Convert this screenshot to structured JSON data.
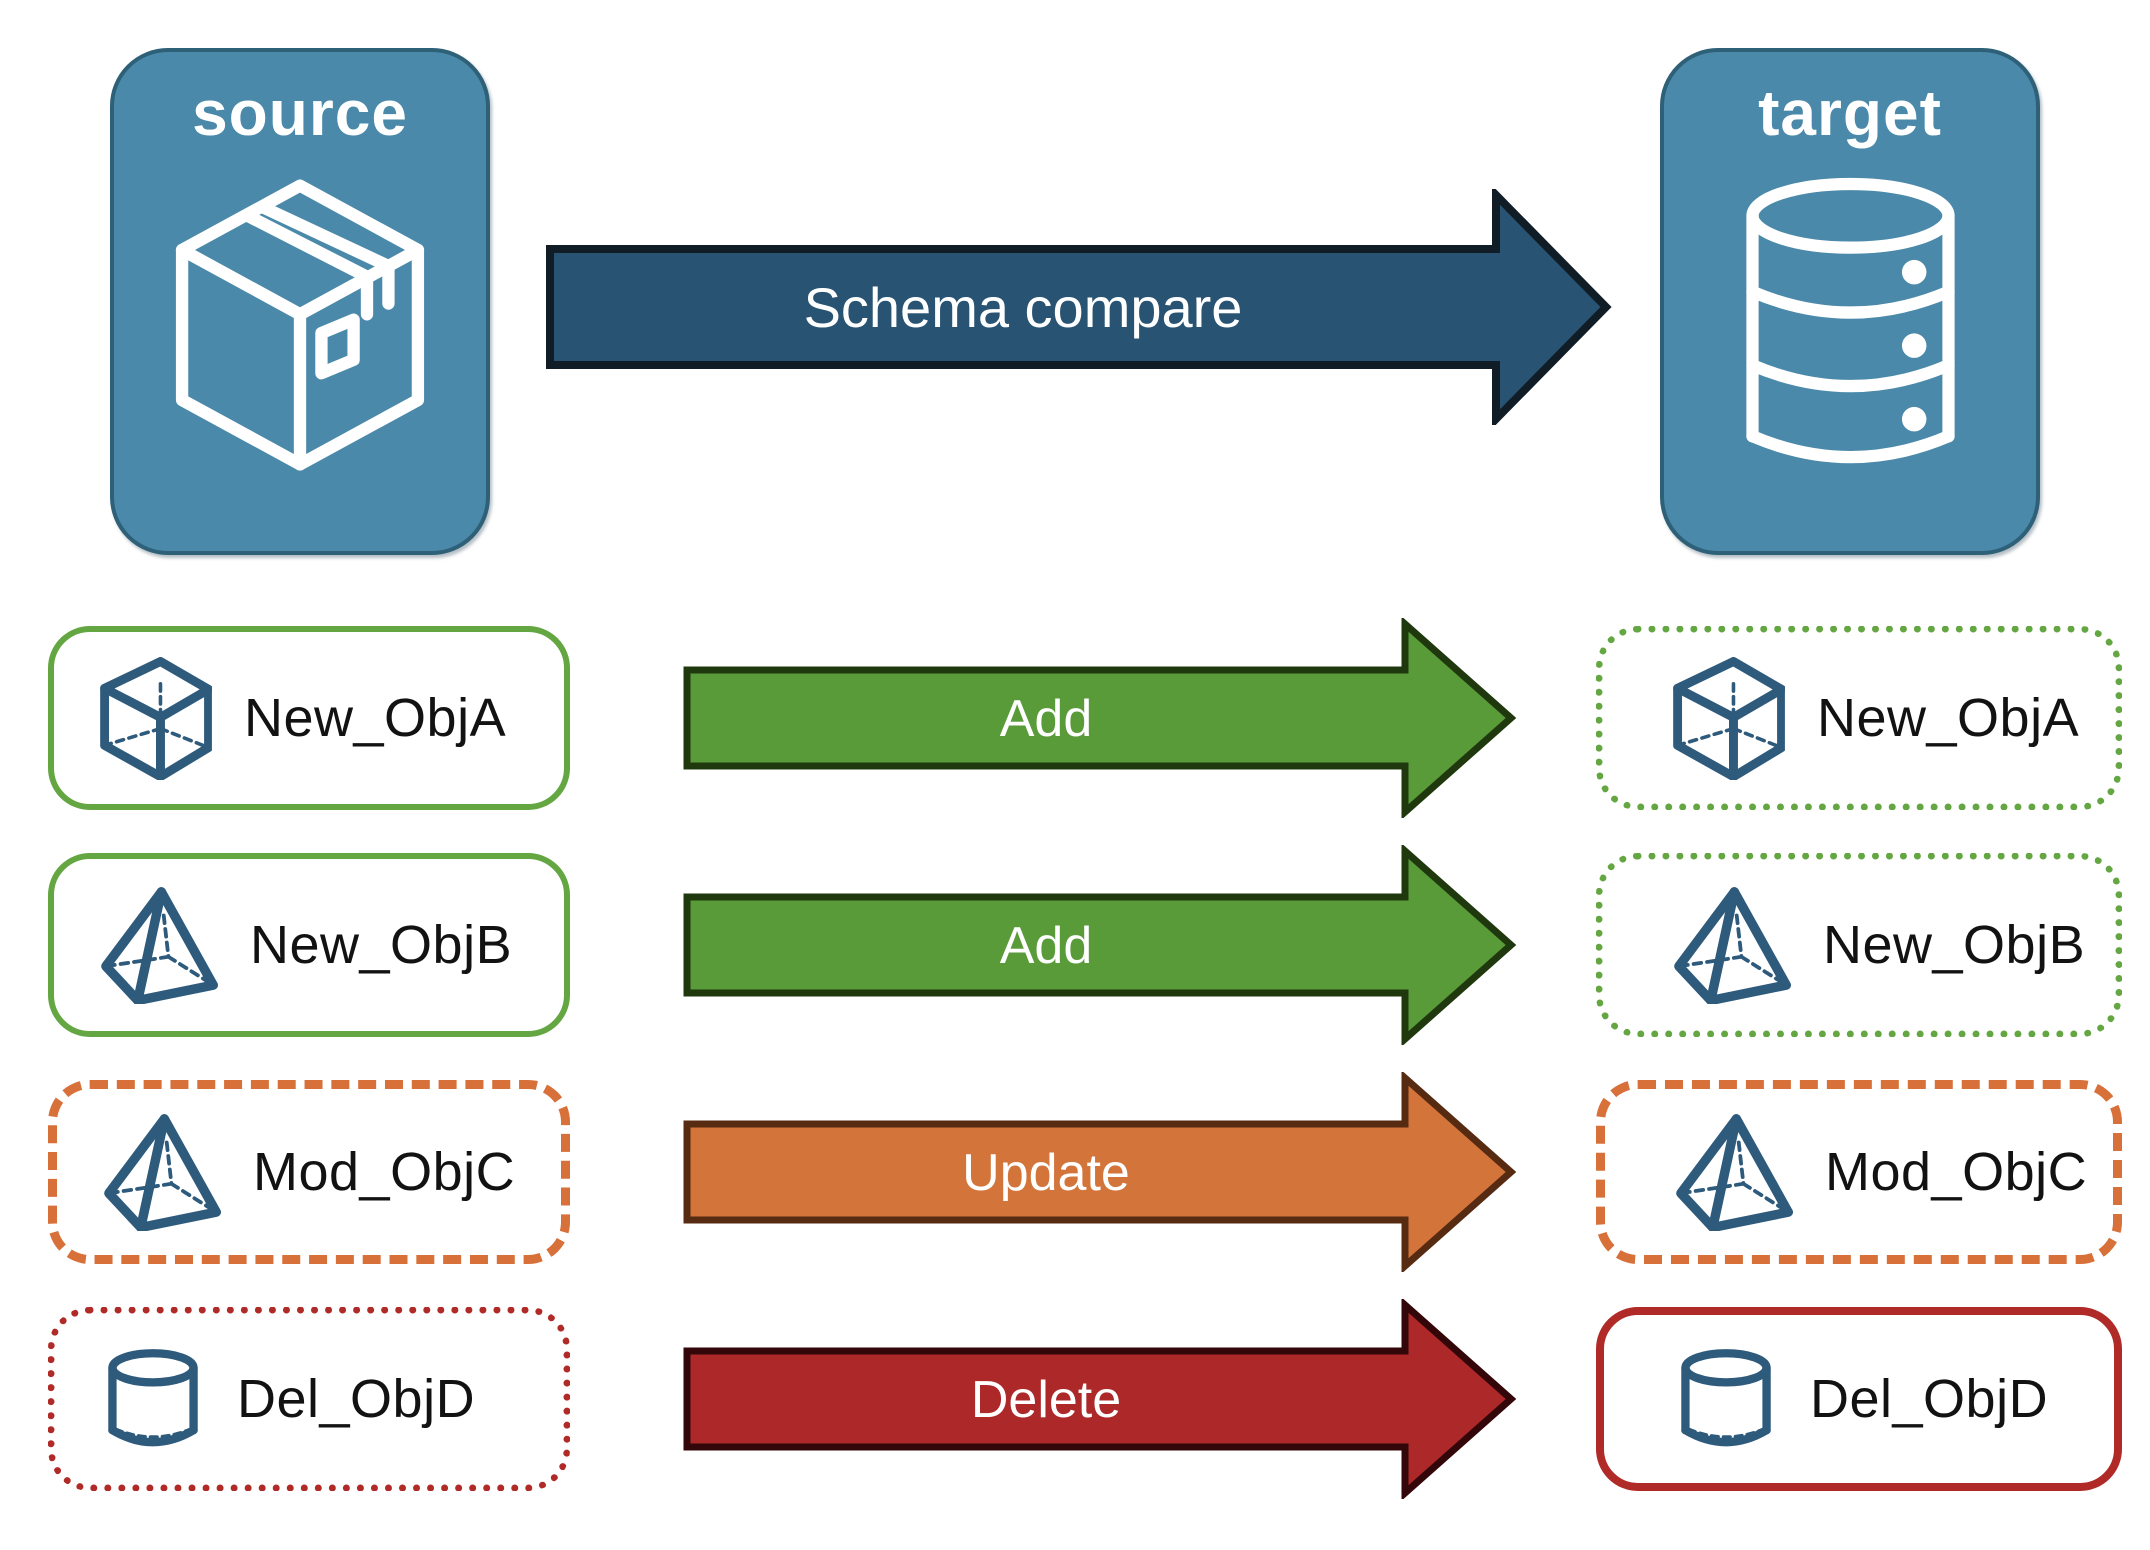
{
  "nodes": {
    "source": {
      "label": "source",
      "icon": "package-icon"
    },
    "target": {
      "label": "target",
      "icon": "database-icon"
    }
  },
  "schema_arrow": {
    "label": "Schema compare"
  },
  "rows": [
    {
      "left": {
        "label": "New_ObjA",
        "icon": "cube-icon",
        "border": "green-solid"
      },
      "arrow": {
        "label": "Add",
        "color": "green"
      },
      "right": {
        "label": "New_ObjA",
        "icon": "cube-icon",
        "border": "green-dotted"
      }
    },
    {
      "left": {
        "label": "New_ObjB",
        "icon": "pyramid-icon",
        "border": "green-solid"
      },
      "arrow": {
        "label": "Add",
        "color": "green"
      },
      "right": {
        "label": "New_ObjB",
        "icon": "pyramid-icon",
        "border": "green-dotted"
      }
    },
    {
      "left": {
        "label": "Mod_ObjC",
        "icon": "pyramid-icon",
        "border": "orange-dashed"
      },
      "arrow": {
        "label": "Update",
        "color": "orange"
      },
      "right": {
        "label": "Mod_ObjC",
        "icon": "pyramid-icon",
        "border": "orange-dashed"
      }
    },
    {
      "left": {
        "label": "Del_ObjD",
        "icon": "cylinder-icon",
        "border": "red-dotted"
      },
      "arrow": {
        "label": "Delete",
        "color": "red"
      },
      "right": {
        "label": "Del_ObjD",
        "icon": "cylinder-icon",
        "border": "red-solid"
      }
    }
  ],
  "colors": {
    "node_fill": "#4a89a9",
    "node_border": "#2e6078",
    "icon_stroke": "#2e5a7c",
    "schema_arrow_fill": "#295372",
    "schema_arrow_outline": "#101d27",
    "add_fill": "#599a39",
    "add_outline": "#20380e",
    "update_fill": "#d3743a",
    "update_outline": "#572a12",
    "delete_fill": "#ac2829",
    "delete_outline": "#330609",
    "green_border": "#64a742",
    "orange_border": "#d8703a",
    "red_border": "#b02a28",
    "label_text": "#121212",
    "title_text": "#ffffff"
  }
}
